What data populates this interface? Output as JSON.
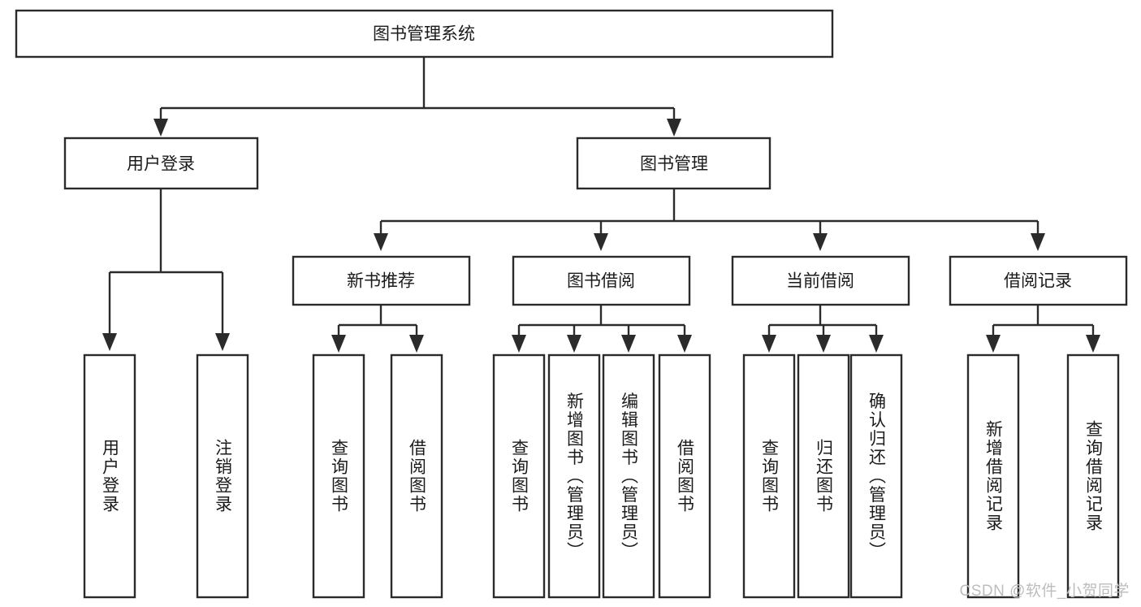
{
  "diagram": {
    "type": "tree-hierarchy-chart",
    "title_node": "图书管理系统",
    "watermark": "CSDN @软件_小贺同学",
    "colors": {
      "box_stroke": "#2b2b2b",
      "box_fill": "#ffffff",
      "text": "#1b1b1b",
      "background": "#ffffff",
      "watermark": "#bdbdbd"
    },
    "levels": {
      "root": {
        "label": "图书管理系统"
      },
      "level2": [
        {
          "label": "用户登录"
        },
        {
          "label": "图书管理"
        }
      ],
      "level3": [
        {
          "label": "新书推荐"
        },
        {
          "label": "图书借阅"
        },
        {
          "label": "当前借阅"
        },
        {
          "label": "借阅记录"
        }
      ],
      "leaves": {
        "user_login": [
          {
            "label": "用户登录"
          },
          {
            "label": "注销登录"
          }
        ],
        "new_book_recommend": [
          {
            "label": "查询图书"
          },
          {
            "label": "借阅图书"
          }
        ],
        "book_borrow": [
          {
            "label": "查询图书"
          },
          {
            "label": "新增图书（管理员）"
          },
          {
            "label": "编辑图书（管理员）"
          },
          {
            "label": "借阅图书"
          }
        ],
        "current_borrow": [
          {
            "label": "查询图书"
          },
          {
            "label": "归还图书"
          },
          {
            "label": "确认归还（管理员）"
          }
        ],
        "borrow_record": [
          {
            "label": "新增借阅记录"
          },
          {
            "label": "查询借阅记录"
          }
        ]
      }
    }
  }
}
